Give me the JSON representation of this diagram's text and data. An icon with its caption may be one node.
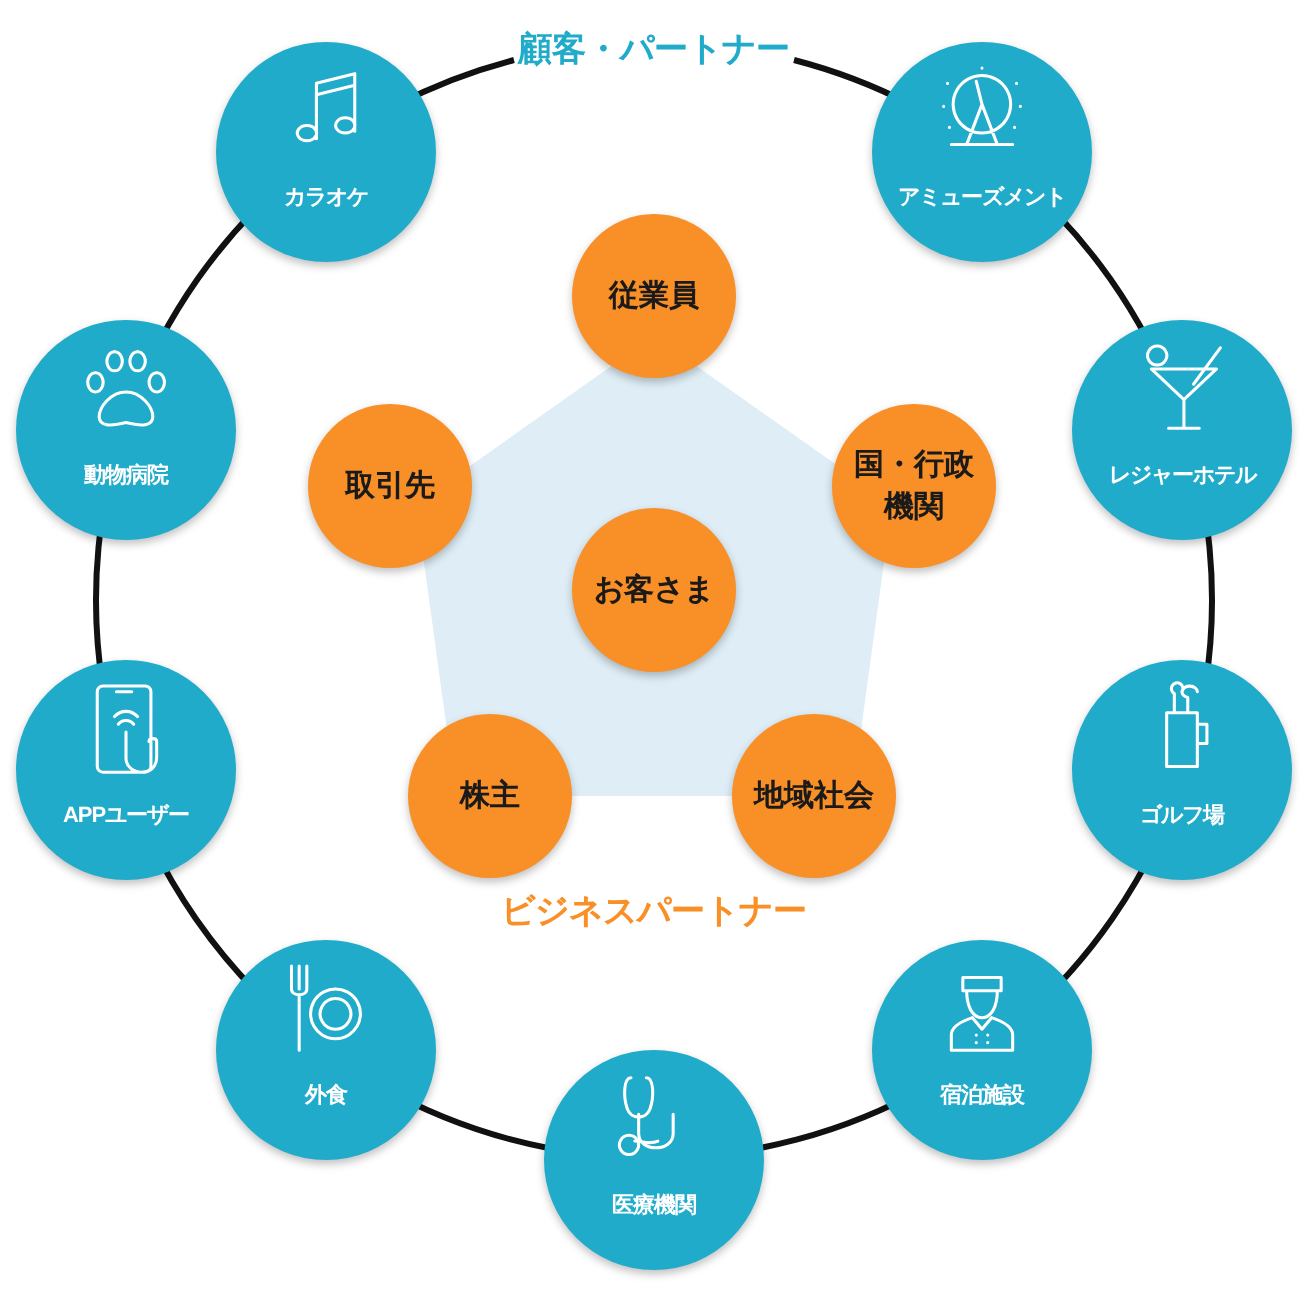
{
  "diagram": {
    "nodes": [
      {
        "text": [
          "カラオケ"
        ]
      },
      {
        "text": [
          "アミューズメント"
        ]
      },
      {
        "text": [
          "従業員"
        ]
      },
      {
        "text": [
          "動物病院"
        ]
      },
      {
        "text": [
          "取引先"
        ]
      },
      {
        "text": [
          "国・行政機関"
        ]
      },
      {
        "text": [
          "レジャーホテル"
        ]
      },
      {
        "text": [
          "お客さま"
        ]
      },
      {
        "text": [
          "APPユーザー"
        ]
      },
      {
        "text": [
          "株主"
        ]
      },
      {
        "text": [
          "地域社会"
        ]
      },
      {
        "text": [
          "ゴルフ場"
        ]
      },
      {
        "text": [
          "外食"
        ]
      },
      {
        "text": [
          "宿泊施設"
        ]
      },
      {
        "text": [
          "医療機関"
        ]
      }
    ],
    "labels": [
      "顧客・パートナー",
      "ビジネスパートナー"
    ]
  }
}
